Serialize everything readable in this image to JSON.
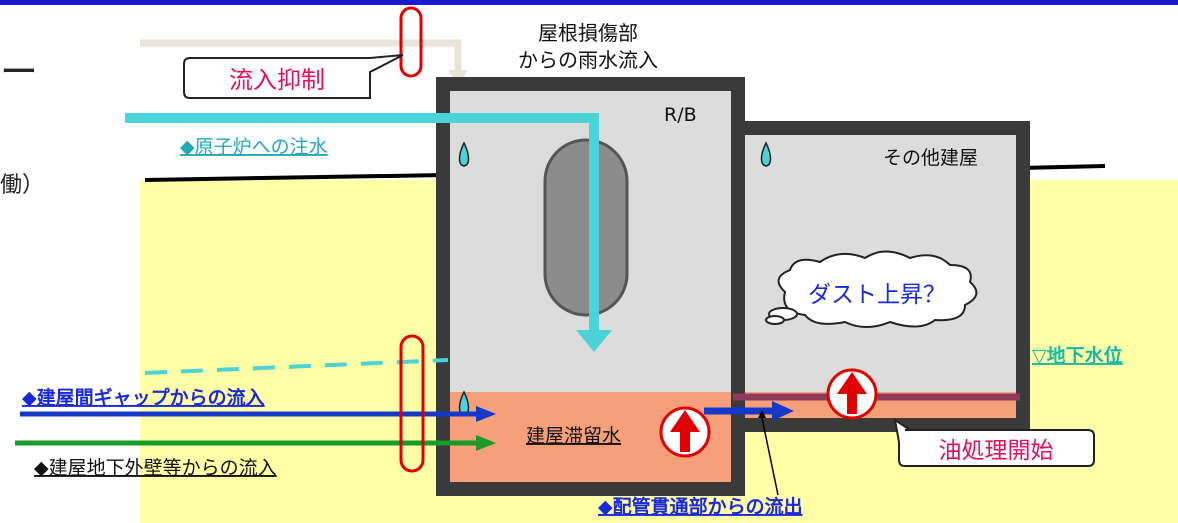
{
  "labels": {
    "partial_left_top": "ー",
    "partial_left_mid": "働）",
    "roof_damage_line1": "屋根損傷部",
    "roof_damage_line2": "からの雨水流入",
    "inflow_suppression": "流入抑制",
    "reactor_injection": "◆原子炉への注水",
    "rb": "R/B",
    "other_buildings": "その他建屋",
    "dust_rise": "ダスト上昇？",
    "groundwater_level": "▽地下水位",
    "gap_inflow": "◆建屋間ギャップからの流入",
    "wall_inflow": "◆建屋地下外壁等からの流入",
    "stagnant_water": "建屋滞留水",
    "oil_treatment": "油処理開始",
    "pipe_outflow": "◆配管貫通部からの流出"
  },
  "colors": {
    "header_bar": "#1a1ad0",
    "ground_fill": "#ffffa8",
    "wall": "#3a3a3a",
    "room_fill": "#dcdcdc",
    "stagnant_water_fill": "#f5a07a",
    "injection_pipe": "#4ad4d8",
    "reactor_vessel": "#8c8c8c",
    "gap_arrow": "#1538c8",
    "wall_arrow": "#1a9a28",
    "suppression_ring": "#e00000",
    "oil_layer": "#903a5a",
    "groundwater_text": "#18b8a8",
    "gap_text": "#1a2ad8",
    "reactor_text": "#22a8b8"
  }
}
